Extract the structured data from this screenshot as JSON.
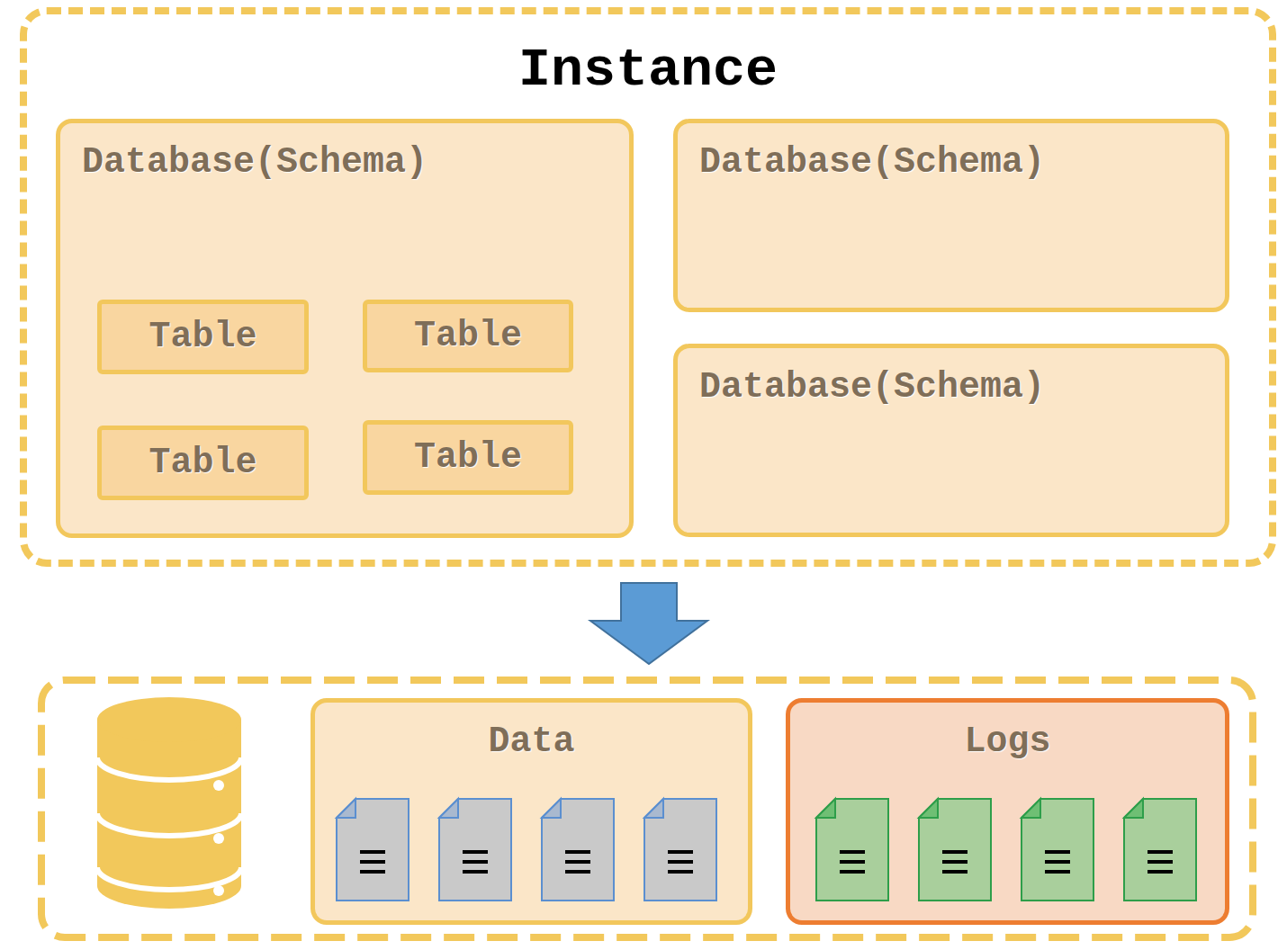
{
  "diagram": {
    "nodes": [
      {
        "text": [
          "Instance"
        ]
      },
      {
        "text": [
          "Database(Schema)"
        ],
        "in": 0
      },
      {
        "text": [
          "Table"
        ],
        "in": 1
      },
      {
        "text": [
          "Table"
        ],
        "in": 1
      },
      {
        "text": [
          "Table"
        ],
        "in": 1
      },
      {
        "text": [
          "Table"
        ],
        "in": 1
      },
      {
        "text": [
          "Database(Schema)"
        ],
        "in": 0
      },
      {
        "text": [
          "Database(Schema)"
        ],
        "in": 0
      },
      {
        "text": [
          "Data"
        ]
      },
      {
        "text": [
          "Logs"
        ]
      }
    ]
  }
}
